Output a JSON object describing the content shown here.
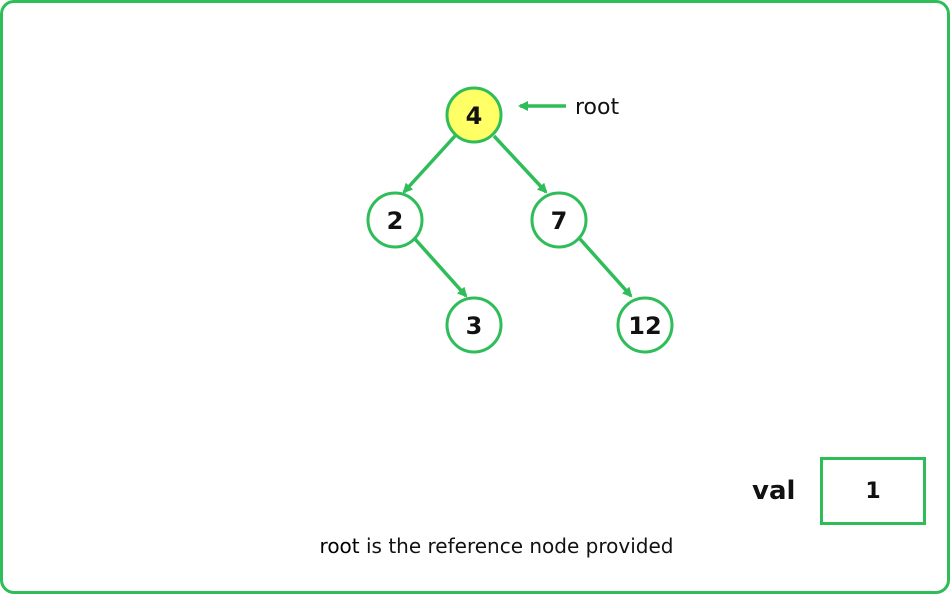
{
  "colors": {
    "accent": "#2ebd59",
    "root_fill": "#ffff66",
    "node_fill": "#ffffff",
    "text": "#111111"
  },
  "tree": {
    "nodes": [
      {
        "id": "n4",
        "label": "4",
        "highlight": true
      },
      {
        "id": "n2",
        "label": "2",
        "highlight": false
      },
      {
        "id": "n7",
        "label": "7",
        "highlight": false
      },
      {
        "id": "n3",
        "label": "3",
        "highlight": false
      },
      {
        "id": "n12",
        "label": "12",
        "highlight": false
      }
    ],
    "edges": [
      {
        "from": "n4",
        "to": "n2"
      },
      {
        "from": "n4",
        "to": "n7"
      },
      {
        "from": "n2",
        "to": "n3"
      },
      {
        "from": "n7",
        "to": "n12"
      }
    ],
    "root_pointer_label": "root"
  },
  "val": {
    "label": "val",
    "value": "1"
  },
  "caption": {
    "term": "root",
    "rest": " is the reference node provided"
  }
}
